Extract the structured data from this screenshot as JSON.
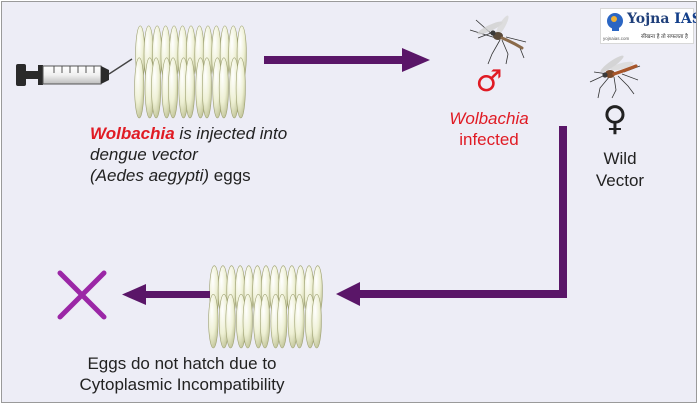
{
  "captions": {
    "injection": {
      "wolbachia": "Wolbachia",
      "line1_rest": " is injected into",
      "line2": "dengue vector",
      "line3_italic": "(Aedes aegypti)",
      "line3_rest": " eggs"
    },
    "infected_male": {
      "wolbachia": "Wolbachia",
      "infected": "infected"
    },
    "wild_vector": {
      "line1": "Wild",
      "line2": "Vector"
    },
    "result": {
      "line1": "Eggs do not hatch due to",
      "line2": "Cytoplasmic Incompatibility"
    }
  },
  "symbols": {
    "male": "♂",
    "female": "♀"
  },
  "logo": {
    "name": "Yojna",
    "suffix": " IAS",
    "tagline": "सीखना है तो सफलता है",
    "url": "yojnaias.com"
  },
  "colors": {
    "arrow": "#5a1668",
    "cross": "#9b27a6",
    "wolbachia_red": "#e01b24",
    "background": "#ededf6"
  }
}
